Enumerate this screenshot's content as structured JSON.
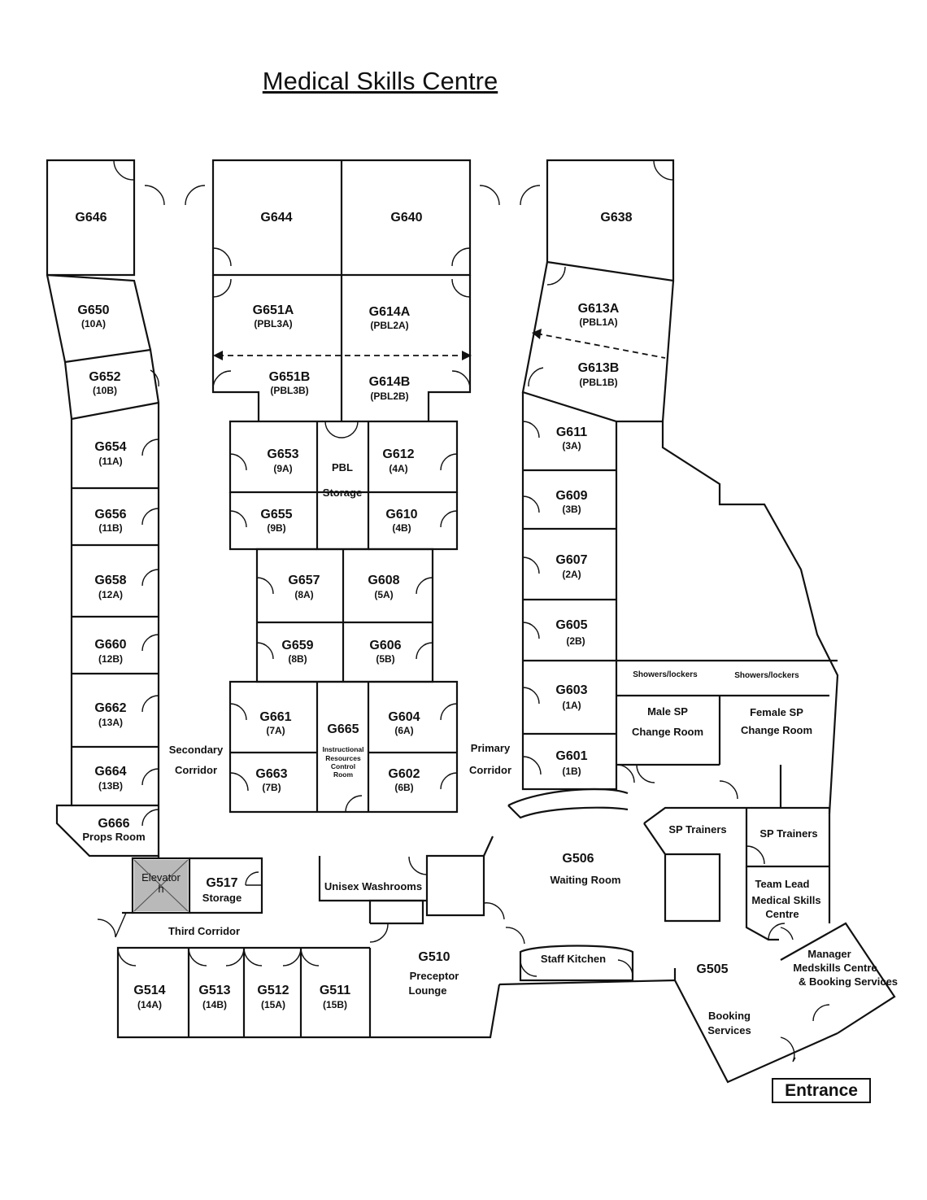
{
  "title": "Medical Skills Centre",
  "entrance": "Entrance",
  "rooms": [
    {
      "id": "g646",
      "code": "G646",
      "sub": ""
    },
    {
      "id": "g644",
      "code": "G644",
      "sub": ""
    },
    {
      "id": "g640",
      "code": "G640",
      "sub": ""
    },
    {
      "id": "g638",
      "code": "G638",
      "sub": ""
    },
    {
      "id": "g650",
      "code": "G650",
      "sub": "(10A)"
    },
    {
      "id": "g652",
      "code": "G652",
      "sub": "(10B)"
    },
    {
      "id": "g651a",
      "code": "G651A",
      "sub": "(PBL3A)"
    },
    {
      "id": "g614a",
      "code": "G614A",
      "sub": "(PBL2A)"
    },
    {
      "id": "g651b",
      "code": "G651B",
      "sub": "(PBL3B)"
    },
    {
      "id": "g614b",
      "code": "G614B",
      "sub": "(PBL2B)"
    },
    {
      "id": "g613a",
      "code": "G613A",
      "sub": "(PBL1A)"
    },
    {
      "id": "g613b",
      "code": "G613B",
      "sub": "(PBL1B)"
    },
    {
      "id": "g654",
      "code": "G654",
      "sub": "(11A)"
    },
    {
      "id": "g656",
      "code": "G656",
      "sub": "(11B)"
    },
    {
      "id": "g658",
      "code": "G658",
      "sub": "(12A)"
    },
    {
      "id": "g660",
      "code": "G660",
      "sub": "(12B)"
    },
    {
      "id": "g662",
      "code": "G662",
      "sub": "(13A)"
    },
    {
      "id": "g664",
      "code": "G664",
      "sub": "(13B)"
    },
    {
      "id": "g653",
      "code": "G653",
      "sub": "(9A)"
    },
    {
      "id": "g655",
      "code": "G655",
      "sub": "(9B)"
    },
    {
      "id": "g612",
      "code": "G612",
      "sub": "(4A)"
    },
    {
      "id": "g610",
      "code": "G610",
      "sub": "(4B)"
    },
    {
      "id": "g657",
      "code": "G657",
      "sub": "(8A)"
    },
    {
      "id": "g659",
      "code": "G659",
      "sub": "(8B)"
    },
    {
      "id": "g608",
      "code": "G608",
      "sub": "(5A)"
    },
    {
      "id": "g606",
      "code": "G606",
      "sub": "(5B)"
    },
    {
      "id": "g661",
      "code": "G661",
      "sub": "(7A)"
    },
    {
      "id": "g663",
      "code": "G663",
      "sub": "(7B)"
    },
    {
      "id": "g604",
      "code": "G604",
      "sub": "(6A)"
    },
    {
      "id": "g602",
      "code": "G602",
      "sub": "(6B)"
    },
    {
      "id": "g611",
      "code": "G611",
      "sub": "(3A)"
    },
    {
      "id": "g609",
      "code": "G609",
      "sub": "(3B)"
    },
    {
      "id": "g607",
      "code": "G607",
      "sub": "(2A)"
    },
    {
      "id": "g605",
      "code": "G605",
      "sub": "(2B)"
    },
    {
      "id": "g603",
      "code": "G603",
      "sub": "(1A)"
    },
    {
      "id": "g601",
      "code": "G601",
      "sub": "(1B)"
    },
    {
      "id": "g514",
      "code": "G514",
      "sub": "(14A)"
    },
    {
      "id": "g513",
      "code": "G513",
      "sub": "(14B)"
    },
    {
      "id": "g512",
      "code": "G512",
      "sub": "(15A)"
    },
    {
      "id": "g511",
      "code": "G511",
      "sub": "(15B)"
    }
  ],
  "labels": {
    "pbl_storage_1": "PBL",
    "pbl_storage_2": "Storage",
    "g665_code": "G665",
    "g665_1": "Instructional",
    "g665_2": "Resources",
    "g665_3": "Control",
    "g665_4": "Room",
    "secondary_1": "Secondary",
    "secondary_2": "Corridor",
    "primary_1": "Primary",
    "primary_2": "Corridor",
    "g666_code": "G666",
    "g666_name": "Props Room",
    "elevator_1": "Elevator",
    "elevator_2": "h",
    "g517_code": "G517",
    "g517_name": "Storage",
    "third_corridor": "Third Corridor",
    "unisex": "Unisex Washrooms",
    "g510_code": "G510",
    "g510_1": "Preceptor",
    "g510_2": "Lounge",
    "g506_code": "G506",
    "g506_name": "Waiting Room",
    "staff_kitchen": "Staff Kitchen",
    "g505_code": "G505",
    "booking_1": "Booking",
    "booking_2": "Services",
    "showers_1": "Showers/lockers",
    "showers_2": "Showers/lockers",
    "male_1": "Male SP",
    "male_2": "Change Room",
    "female_1": "Female SP",
    "female_2": "Change Room",
    "sp_trainers_1": "SP Trainers",
    "sp_trainers_2": "SP Trainers",
    "team_1": "Team Lead",
    "team_2": "Medical Skills",
    "team_3": "Centre",
    "manager_1": "Manager",
    "manager_2": "Medskills Centre",
    "manager_3": "& Booking Services"
  }
}
